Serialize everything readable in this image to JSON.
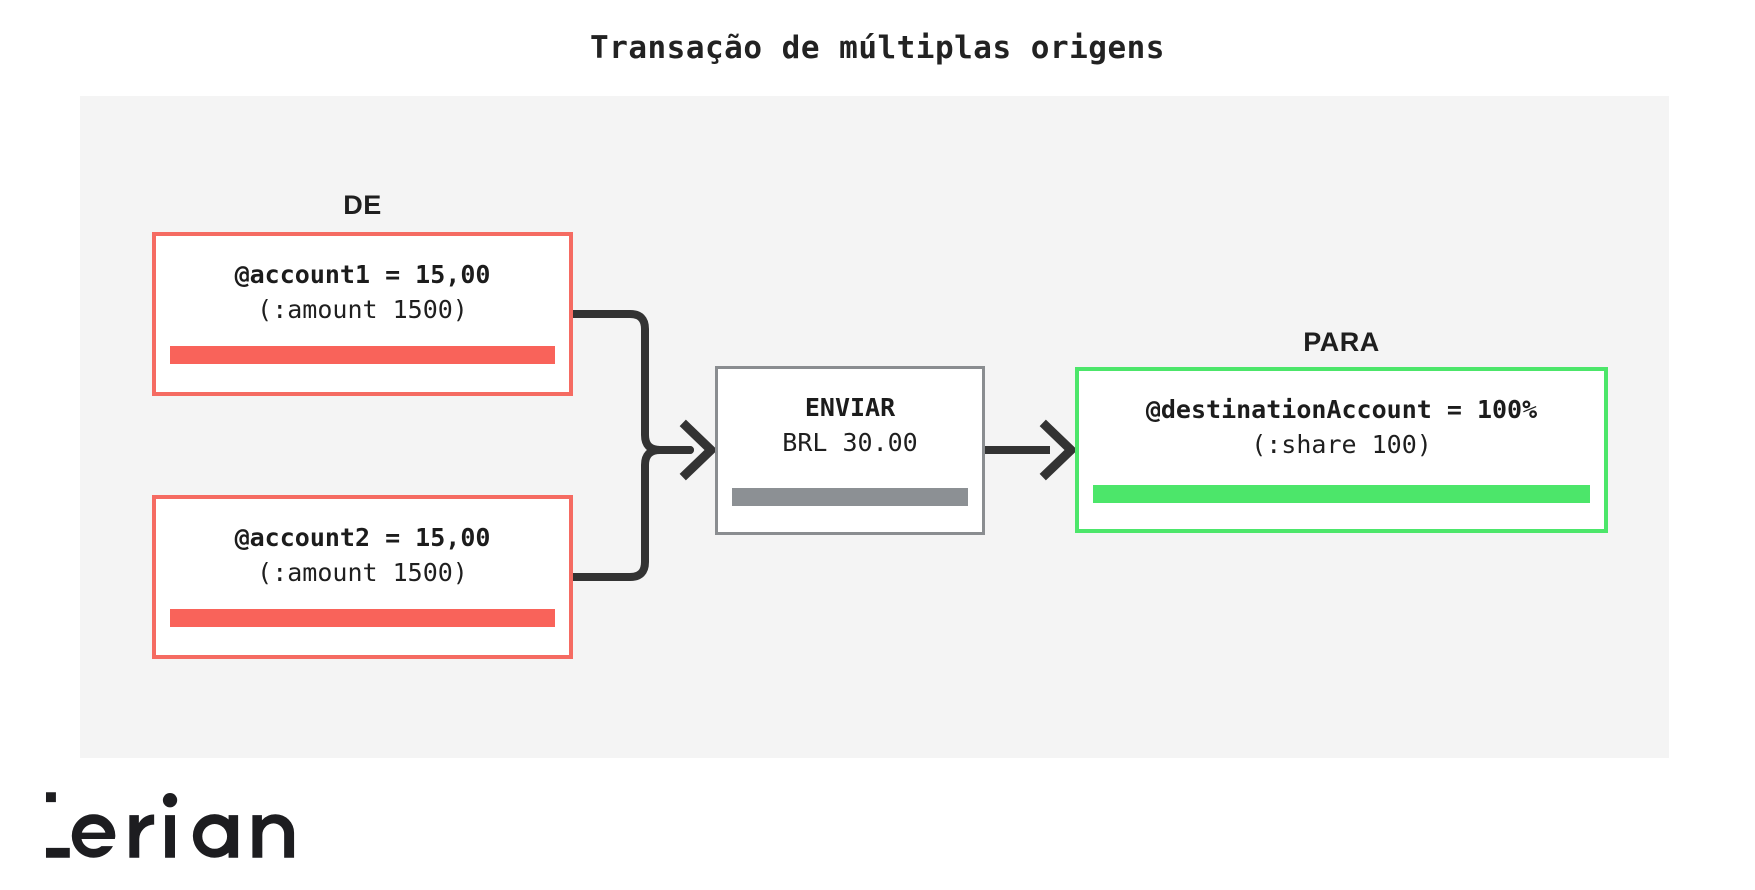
{
  "page": {
    "title": "Transação de múltiplas origens",
    "background_color": "#ffffff",
    "panel_color": "#f4f4f4"
  },
  "groups": {
    "source_caption": "DE",
    "destination_caption": "PARA"
  },
  "colors": {
    "source_accent": "#f56b62",
    "source_bar": "#f9635a",
    "send_accent": "#8a8d90",
    "send_bar": "#8c9094",
    "destination_accent": "#4ce66a",
    "destination_bar": "#4ce66a",
    "connector": "#333333",
    "text": "#1f1f1f"
  },
  "nodes": {
    "sources": [
      {
        "id": "account1",
        "title": "@account1 = 15,00",
        "subtitle": "(:amount 1500)",
        "amount_minor": 1500,
        "amount_display": "15,00"
      },
      {
        "id": "account2",
        "title": "@account2 = 15,00",
        "subtitle": "(:amount 1500)",
        "amount_minor": 1500,
        "amount_display": "15,00"
      }
    ],
    "send": {
      "id": "send",
      "title": "ENVIAR",
      "subtitle": "BRL 30.00",
      "currency": "BRL",
      "amount_display": "30.00"
    },
    "destination": {
      "id": "destinationAccount",
      "title": "@destinationAccount = 100%",
      "subtitle": "(:share 100)",
      "share": 100
    }
  },
  "connectors": [
    {
      "name": "account1-to-send",
      "from": "account1",
      "to": "send"
    },
    {
      "name": "account2-to-send",
      "from": "account2",
      "to": "send"
    },
    {
      "name": "send-to-destination",
      "from": "send",
      "to": "destinationAccount"
    }
  ],
  "brand": {
    "wordmark": "lerian"
  }
}
